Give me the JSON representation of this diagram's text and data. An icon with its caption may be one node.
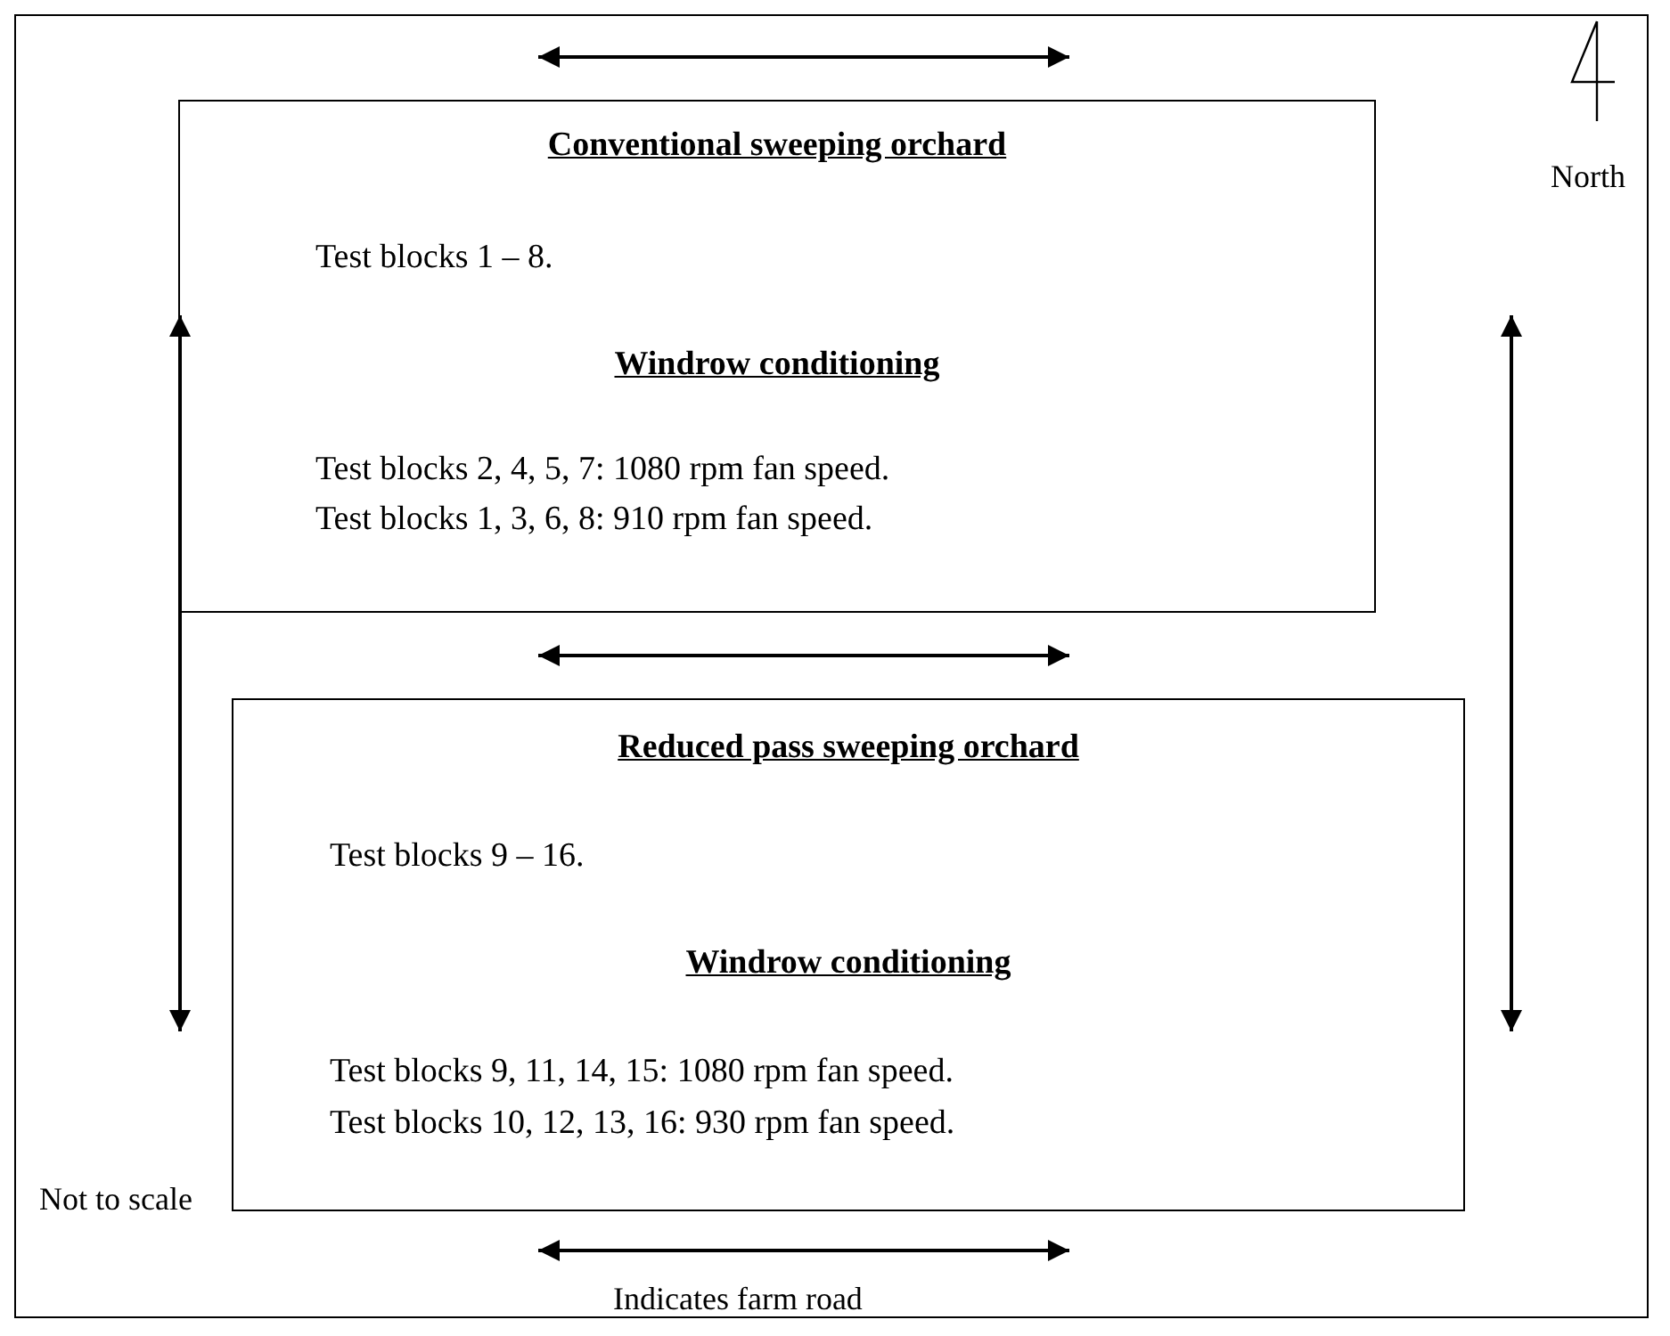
{
  "diagram": {
    "nodes": [
      {
        "text": [
          "Conventional sweeping orchard",
          "Test blocks 1 – 8.",
          "Windrow conditioning",
          "Test blocks 2, 4, 5, 7: 1080 rpm fan speed.",
          "Test blocks 1, 3, 6, 8:  910 rpm fan speed."
        ]
      },
      {
        "text": [
          "Reduced pass sweeping orchard",
          "Test blocks 9 – 16.",
          "Windrow conditioning",
          "Test blocks 9, 11, 14, 15: 1080 rpm fan speed.",
          "Test blocks 10, 12, 13, 16: 930 rpm fan speed."
        ]
      }
    ],
    "labels": [
      "North",
      "Not to scale"
    ],
    "legend": [
      {
        "text": "Indicates farm road"
      }
    ]
  }
}
